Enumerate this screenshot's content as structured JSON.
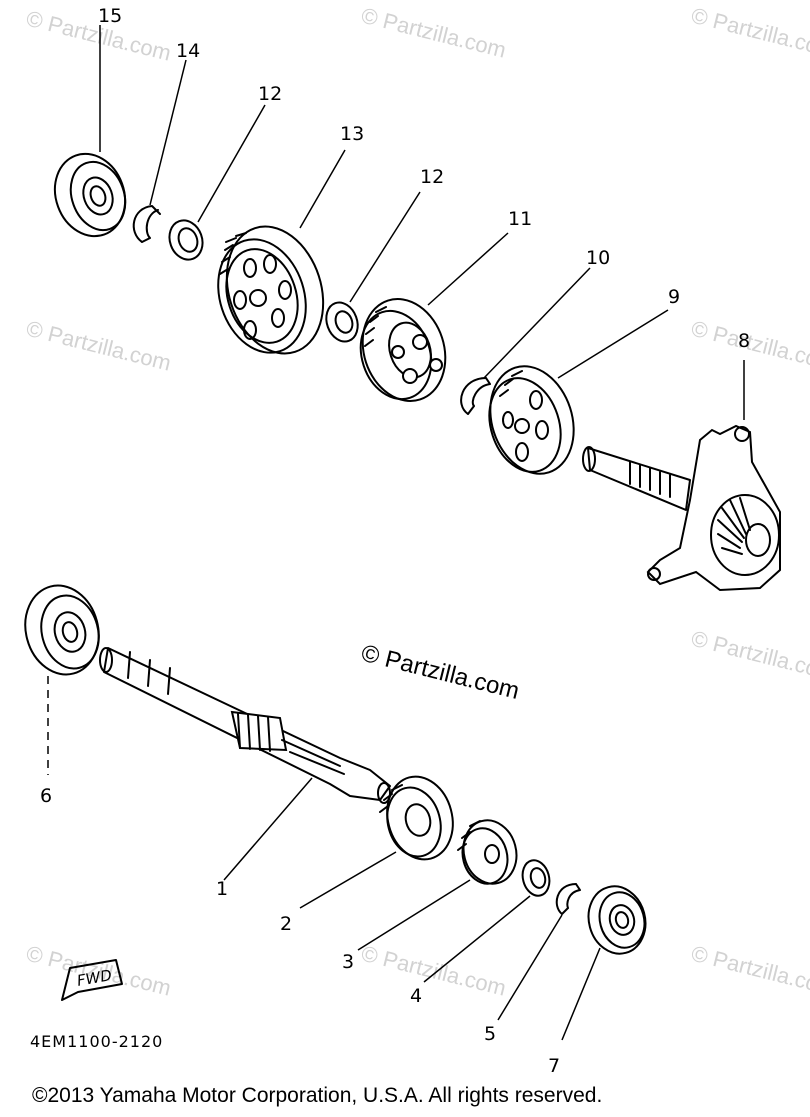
{
  "callouts": {
    "c1": "1",
    "c2": "2",
    "c3": "3",
    "c4": "4",
    "c5": "5",
    "c6": "6",
    "c7": "7",
    "c8": "8",
    "c9": "9",
    "c10": "10",
    "c11": "11",
    "c12a": "12",
    "c12b": "12",
    "c13": "13",
    "c14": "14",
    "c15": "15"
  },
  "watermark": {
    "main": "© Partzilla.com",
    "repeat": "© Partzilla.com"
  },
  "fwd_label": "FWD",
  "diagram_code": "4EM1100-2120",
  "copyright": "©2013 Yamaha Motor Corporation, U.S.A. All rights reserved."
}
